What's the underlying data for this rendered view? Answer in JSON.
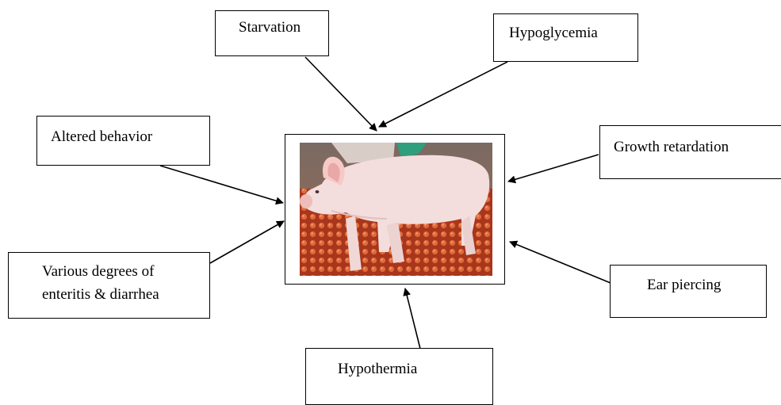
{
  "diagram": {
    "center": {
      "image_subject": "piglet-photo"
    },
    "labels": {
      "starvation": "Starvation",
      "hypoglycemia": "Hypoglycemia",
      "altered_behavior": "Altered behavior",
      "growth_retardation": "Growth retardation",
      "enteritis_line1": "Various degrees of",
      "enteritis_line2": "enteritis & diarrhea",
      "ear_piercing": "Ear piercing",
      "hypothermia": "Hypothermia"
    }
  }
}
